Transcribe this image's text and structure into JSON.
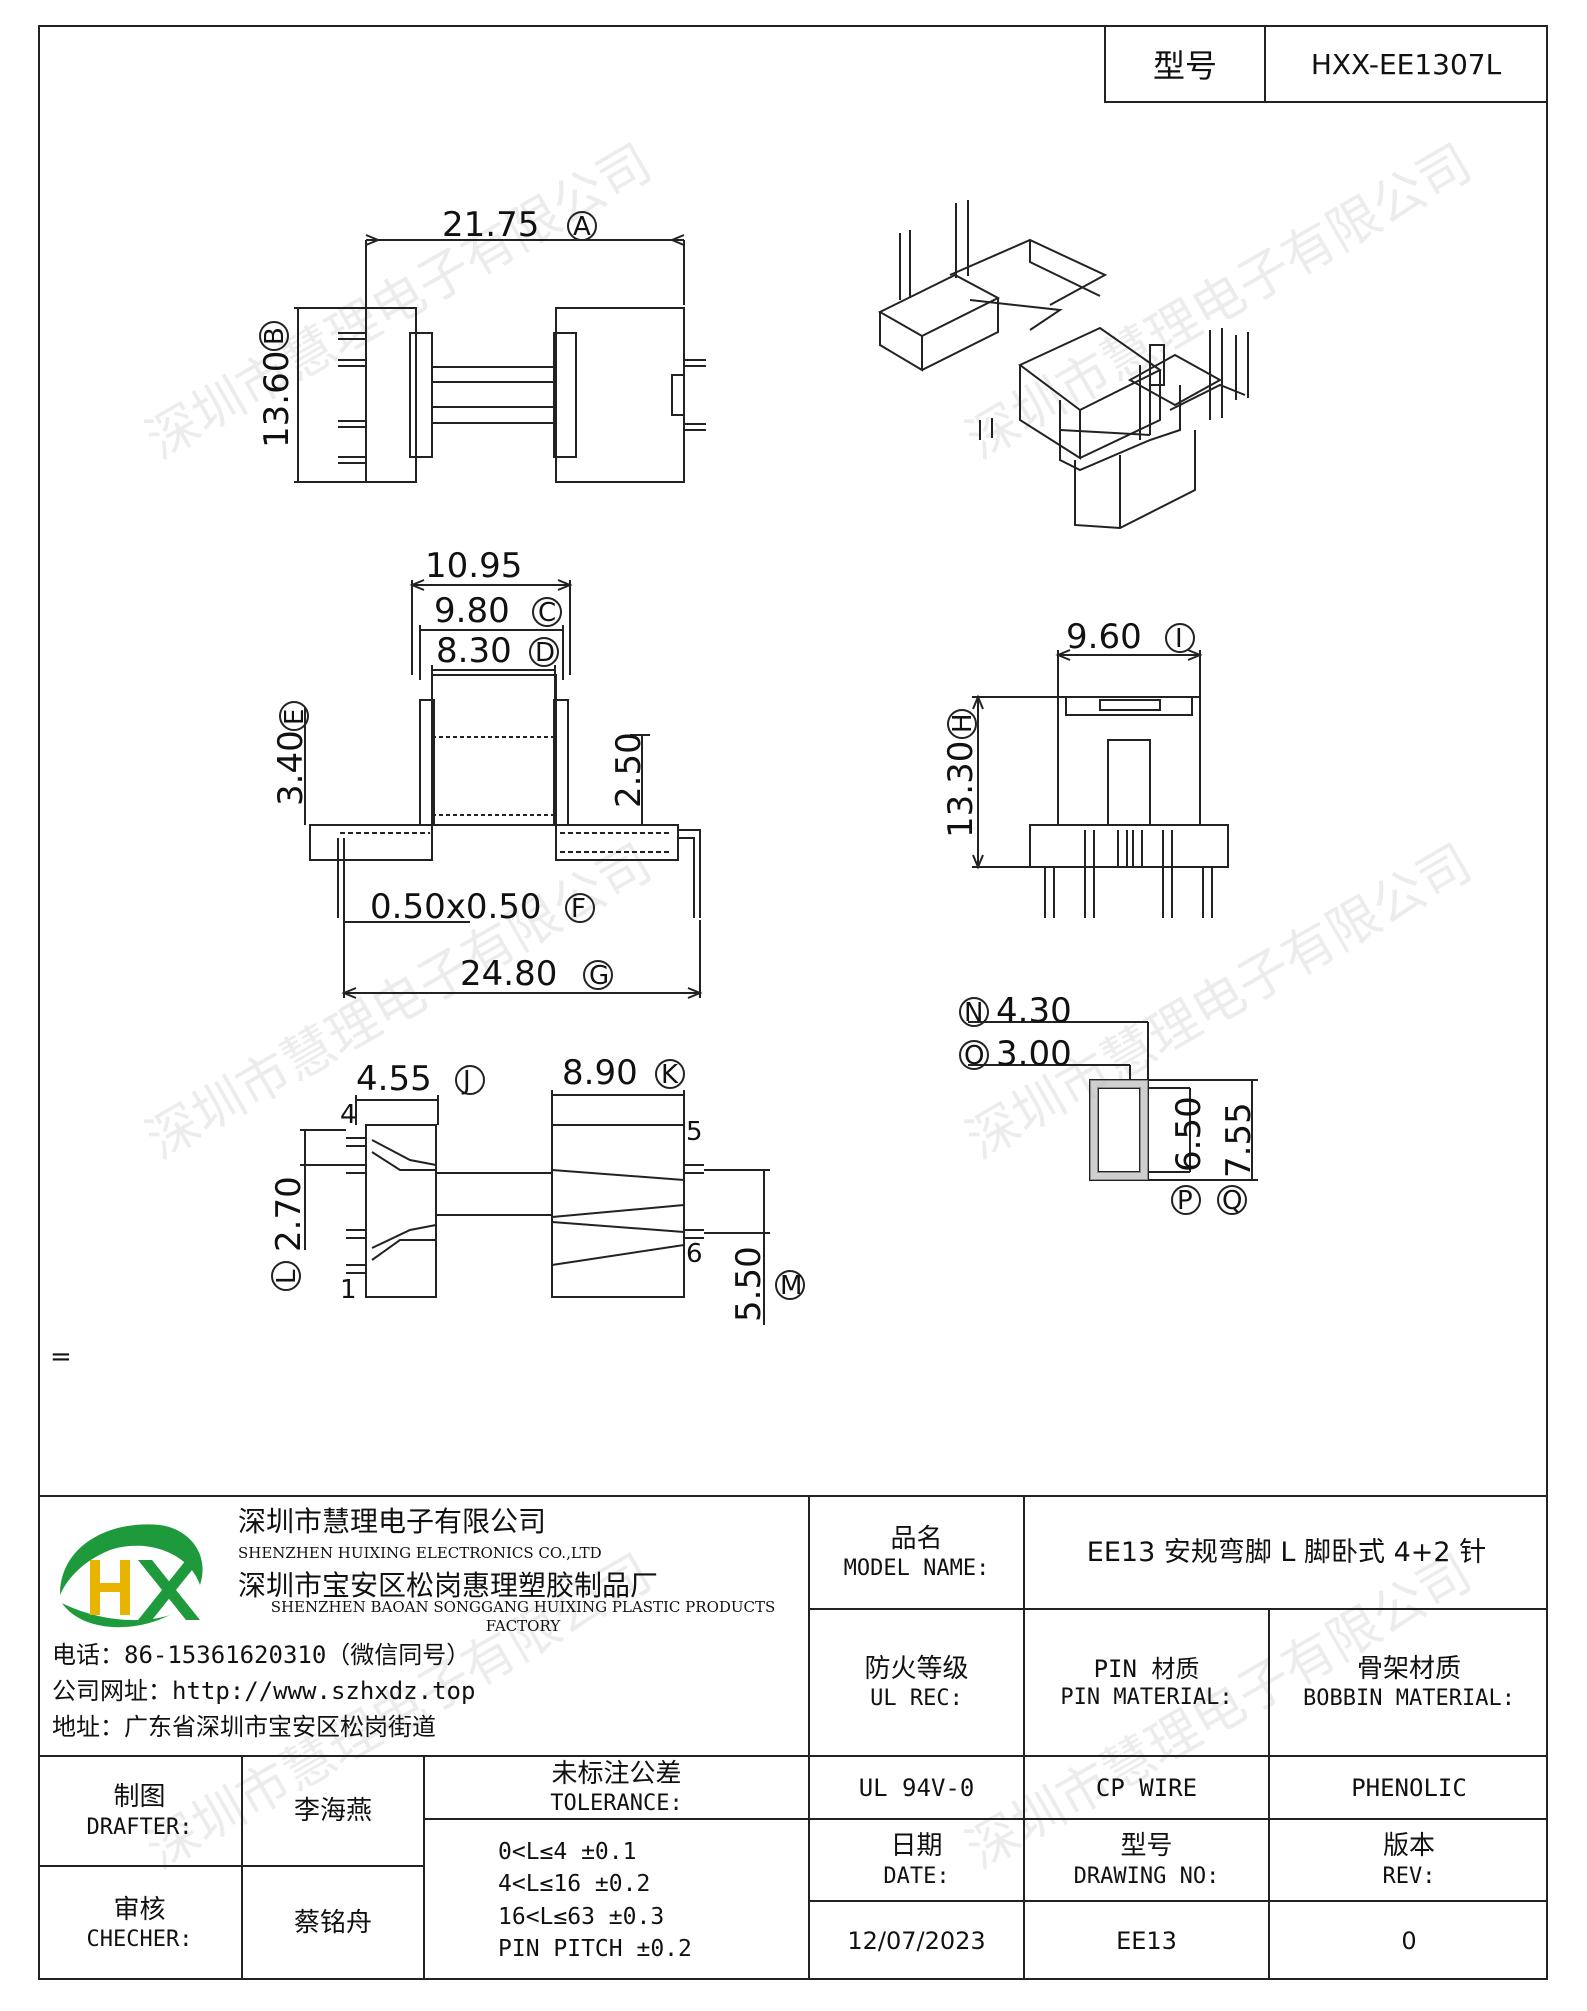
{
  "model_header": {
    "label": "型号",
    "value": "HXX-EE1307L"
  },
  "dimensions": {
    "A": "21.75",
    "B": "13.60",
    "C": "9.80",
    "D": "8.30",
    "E": "3.40",
    "top_width": "10.95",
    "pin_h": "2.50",
    "F": "0.50x0.50",
    "G": "24.80",
    "I": "9.60",
    "H": "13.30",
    "N": "4.30",
    "O": "3.00",
    "P": "6.50",
    "Q": "7.55",
    "J": "4.55",
    "K": "8.90",
    "L": "2.70",
    "M": "5.50"
  },
  "circle_letters": [
    "A",
    "B",
    "C",
    "D",
    "E",
    "F",
    "G",
    "H",
    "I",
    "J",
    "K",
    "L",
    "M",
    "N",
    "O",
    "P",
    "Q"
  ],
  "pin_numbers": [
    "4",
    "1",
    "5",
    "6"
  ],
  "stray_mark": "=",
  "watermark": "深圳市慧理电子有限公司",
  "company": {
    "name_cn": "深圳市慧理电子有限公司",
    "name_en": "SHENZHEN HUIXING ELECTRONICS CO.,LTD",
    "factory_cn": "深圳市宝安区松岗惠理塑胶制品厂",
    "factory_en": "SHENZHEN BAOAN SONGGANG HUIXING PLASTIC PRODUCTS FACTORY",
    "phone": "电话：86-15361620310（微信同号）",
    "website": "公司网址：http://www.szhxdz.top",
    "address": "地址：广东省深圳市宝安区松岗街道"
  },
  "title_block": {
    "model_name_label_cn": "品名",
    "model_name_label_en": "MODEL NAME:",
    "model_name_value": "EE13 安规弯脚 L 脚卧式 4+2 针",
    "ul_label_cn": "防火等级",
    "ul_label_en": "UL REC:",
    "pin_mat_label_cn": "PIN 材质",
    "pin_mat_label_en": "PIN MATERIAL:",
    "bobbin_mat_label_cn": "骨架材质",
    "bobbin_mat_label_en": "BOBBIN MATERIAL:",
    "ul_value": "UL 94V-0",
    "pin_mat_value": "CP WIRE",
    "bobbin_mat_value": "PHENOLIC",
    "drafter_label_cn": "制图",
    "drafter_label_en": "DRAFTER:",
    "drafter_value": "李海燕",
    "checker_label_cn": "审核",
    "checker_label_en": "CHECHER:",
    "checker_value": "蔡铭舟",
    "tolerance_label_cn": "未标注公差",
    "tolerance_label_en": "TOLERANCE:",
    "tolerance_lines": [
      "0<L≤4   ±0.1",
      "4<L≤16  ±0.2",
      "16<L≤63  ±0.3",
      "PIN PITCH  ±0.2"
    ],
    "date_label_cn": "日期",
    "date_label_en": "DATE:",
    "drawing_no_label_cn": "型号",
    "drawing_no_label_en": "DRAWING NO:",
    "rev_label_cn": "版本",
    "rev_label_en": "REV:",
    "date_value": "12/07/2023",
    "drawing_no_value": "EE13",
    "rev_value": "0"
  },
  "colors": {
    "logo_green": "#1e9a3c",
    "logo_yellow": "#e8b400",
    "line": "#222222"
  }
}
